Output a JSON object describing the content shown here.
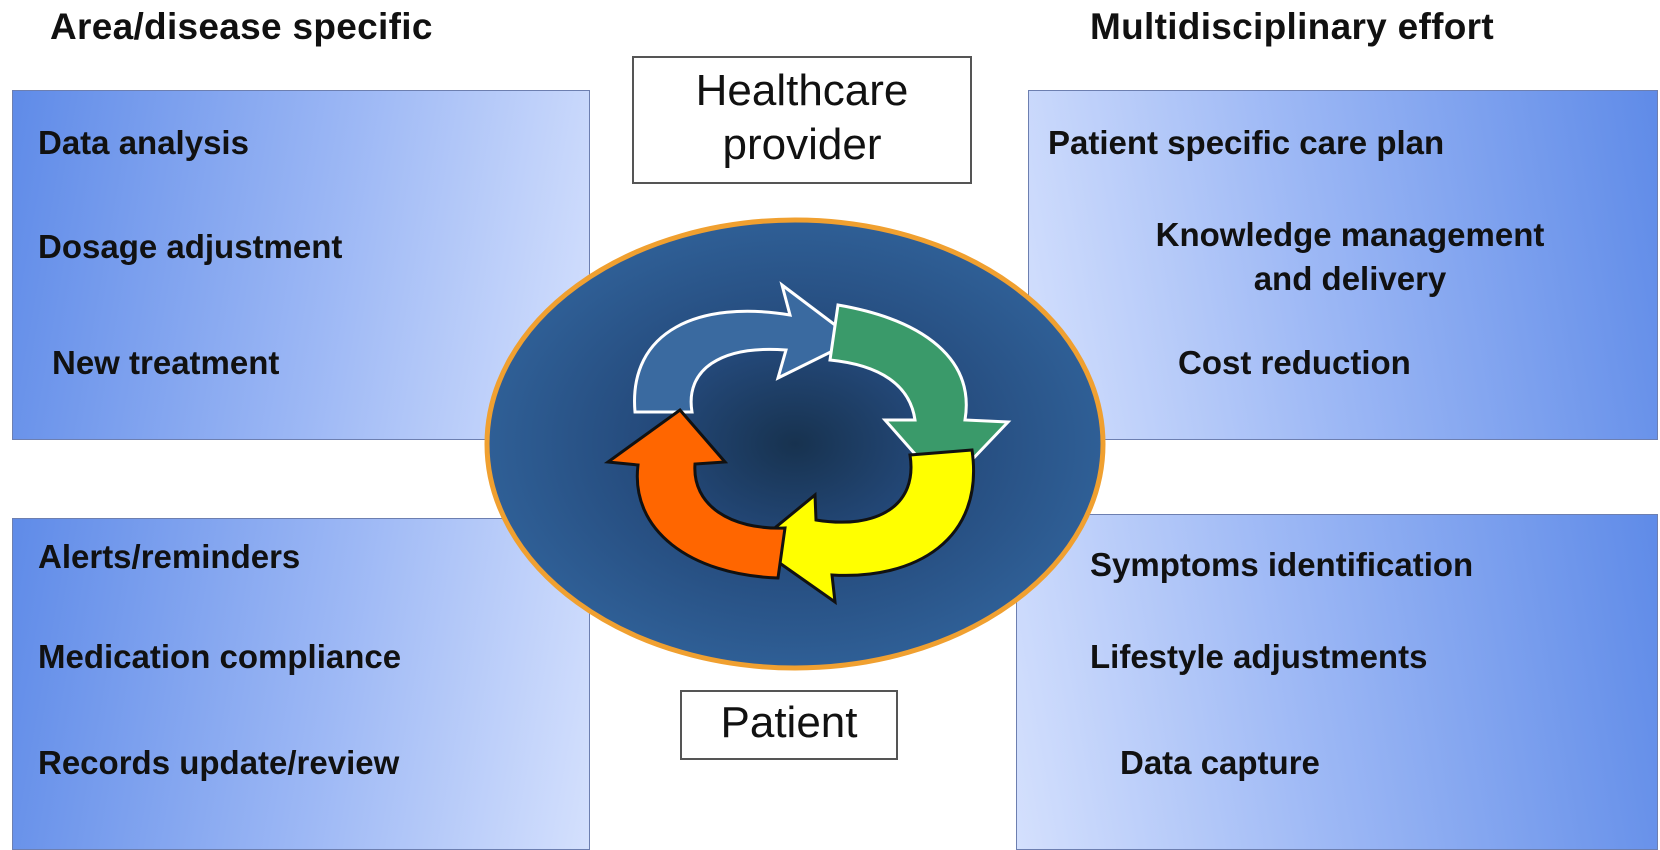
{
  "headings": {
    "left": "Area/disease specific",
    "right": "Multidisciplinary effort"
  },
  "top_left": {
    "items": [
      "Data analysis",
      "Dosage adjustment",
      "New treatment"
    ]
  },
  "top_right": {
    "items": [
      "Patient specific care plan",
      "Knowledge management",
      "and delivery",
      "Cost reduction"
    ]
  },
  "bottom_left": {
    "items": [
      "Alerts/reminders",
      "Medication compliance",
      "Records update/review"
    ]
  },
  "bottom_right": {
    "items": [
      "Symptoms identification",
      "Lifestyle adjustments",
      "Data capture"
    ]
  },
  "center": {
    "provider_line1": "Healthcare",
    "provider_line2": "provider",
    "patient": "Patient",
    "arrow_colors": {
      "blue": "#3a6aa0",
      "green": "#3a9a6a",
      "yellow": "#ffff00",
      "orange": "#ff6600"
    },
    "disc_color": "#2e5a8e",
    "rim_color": "#f0a030"
  }
}
